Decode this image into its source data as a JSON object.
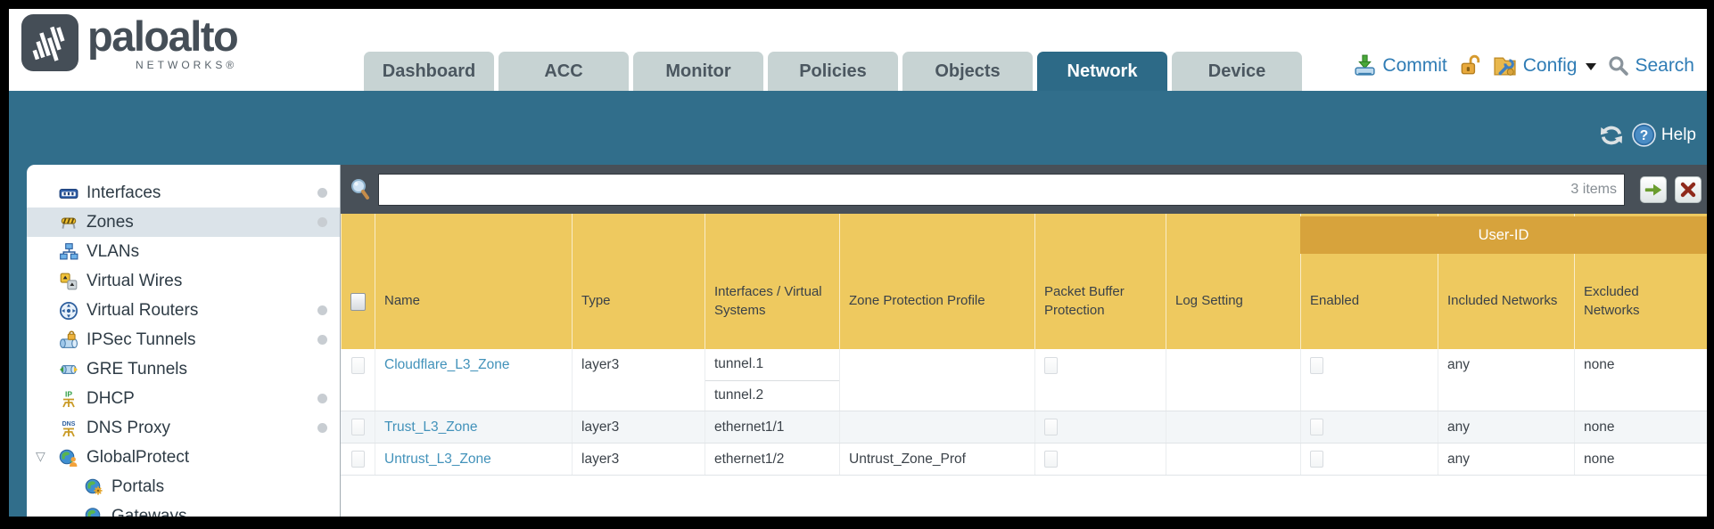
{
  "header": {
    "brand": "paloalto",
    "brand_sub": "NETWORKS®",
    "tabs": [
      {
        "label": "Dashboard",
        "active": false
      },
      {
        "label": "ACC",
        "active": false
      },
      {
        "label": "Monitor",
        "active": false
      },
      {
        "label": "Policies",
        "active": false
      },
      {
        "label": "Objects",
        "active": false
      },
      {
        "label": "Network",
        "active": true
      },
      {
        "label": "Device",
        "active": false
      }
    ],
    "actions": {
      "commit": "Commit",
      "config": "Config",
      "search": "Search"
    }
  },
  "band": {
    "help_label": "Help"
  },
  "sidebar": {
    "items": [
      {
        "label": "Interfaces",
        "icon": "interfaces-icon",
        "has_status_dot": true,
        "selected": false
      },
      {
        "label": "Zones",
        "icon": "zones-icon",
        "has_status_dot": true,
        "selected": true
      },
      {
        "label": "VLANs",
        "icon": "vlans-icon",
        "has_status_dot": false,
        "selected": false
      },
      {
        "label": "Virtual Wires",
        "icon": "virtual-wires-icon",
        "has_status_dot": false,
        "selected": false
      },
      {
        "label": "Virtual Routers",
        "icon": "virtual-routers-icon",
        "has_status_dot": true,
        "selected": false
      },
      {
        "label": "IPSec Tunnels",
        "icon": "ipsec-tunnels-icon",
        "has_status_dot": true,
        "selected": false
      },
      {
        "label": "GRE Tunnels",
        "icon": "gre-tunnels-icon",
        "has_status_dot": false,
        "selected": false
      },
      {
        "label": "DHCP",
        "icon": "dhcp-icon",
        "has_status_dot": true,
        "selected": false
      },
      {
        "label": "DNS Proxy",
        "icon": "dns-proxy-icon",
        "has_status_dot": true,
        "selected": false
      },
      {
        "label": "GlobalProtect",
        "icon": "globalprotect-icon",
        "expanded": true,
        "has_status_dot": false,
        "selected": false
      },
      {
        "label": "Portals",
        "icon": "portals-icon",
        "indent": 1,
        "has_status_dot": false,
        "selected": false
      },
      {
        "label": "Gateways",
        "icon": "gateways-icon",
        "indent": 1,
        "has_status_dot": false,
        "selected": false
      }
    ]
  },
  "toolbar": {
    "search_value": "",
    "items_count": "3 items"
  },
  "table": {
    "user_id_group_label": "User-ID",
    "columns": [
      "Name",
      "Type",
      "Interfaces / Virtual Systems",
      "Zone Protection Profile",
      "Packet Buffer Protection",
      "Log Setting",
      "Enabled",
      "Included Networks",
      "Excluded Networks"
    ],
    "rows": [
      {
        "name": "Cloudflare_L3_Zone",
        "type": "layer3",
        "interfaces": [
          "tunnel.1",
          "tunnel.2"
        ],
        "zone_protection_profile": "",
        "packet_buffer_protection": false,
        "log_setting": "",
        "user_id_enabled": false,
        "included_networks": "any",
        "excluded_networks": "none"
      },
      {
        "name": "Trust_L3_Zone",
        "type": "layer3",
        "interfaces": [
          "ethernet1/1"
        ],
        "zone_protection_profile": "",
        "packet_buffer_protection": false,
        "log_setting": "",
        "user_id_enabled": false,
        "included_networks": "any",
        "excluded_networks": "none"
      },
      {
        "name": "Untrust_L3_Zone",
        "type": "layer3",
        "interfaces": [
          "ethernet1/2"
        ],
        "zone_protection_profile": "Untrust_Zone_Prof",
        "packet_buffer_protection": false,
        "log_setting": "",
        "user_id_enabled": false,
        "included_networks": "any",
        "excluded_networks": "none"
      }
    ]
  },
  "colors": {
    "teal_band": "#316e8b",
    "active_tab": "#2d6a87",
    "header_gold": "#eec95f",
    "header_gold_dark": "#d7a33c",
    "link_blue": "#4292ba",
    "filterbar_dark": "#485058"
  }
}
